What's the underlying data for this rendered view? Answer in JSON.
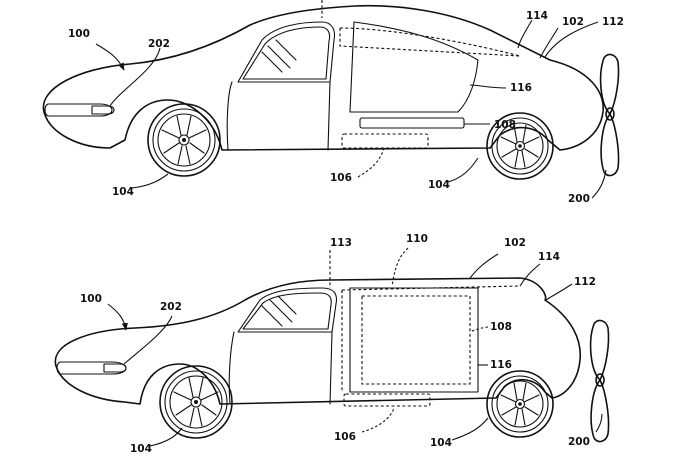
{
  "figures": [
    {
      "labels": {
        "vehicle": "100",
        "body": "102",
        "wheel_front": "104",
        "wheel_rear": "104",
        "storage": "106",
        "door_panel": "108",
        "rail": "114",
        "panel_edge": "116",
        "rear": "112",
        "headlight": "202",
        "propeller": "200"
      }
    },
    {
      "labels": {
        "vehicle": "100",
        "body": "102",
        "wheel_front": "104",
        "wheel_rear": "104",
        "storage": "106",
        "door_panel": "108",
        "rail": "114",
        "panel_edge": "116",
        "rear": "112",
        "headlight": "202",
        "propeller": "200",
        "door_frame": "113",
        "opening": "110"
      }
    }
  ]
}
